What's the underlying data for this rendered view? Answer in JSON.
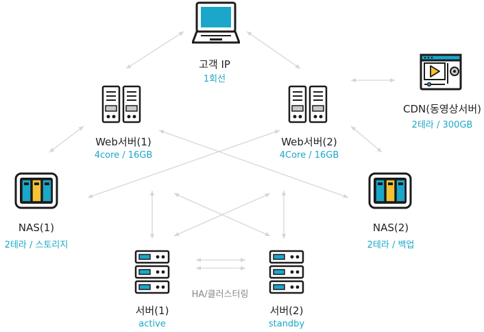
{
  "colors": {
    "accent": "#1aa7c9",
    "text": "#222222",
    "connector": "#d6d6d6",
    "middle_label": "#888888",
    "icon_outline": "#1b1b1b",
    "icon_gray": "#c9c9c9",
    "icon_yellow": "#f5c232"
  },
  "nodes": {
    "client": {
      "name": "고객 IP",
      "spec": "1회선",
      "icon": "laptop-icon"
    },
    "web1": {
      "name": "Web서버(1)",
      "spec": "4core / 16GB",
      "icon": "server-rack-icon"
    },
    "web2": {
      "name": "Web서버(2)",
      "spec": "4Core / 16GB",
      "icon": "server-rack-icon"
    },
    "cdn": {
      "name": "CDN(동영상서버)",
      "spec": "2테라 / 300GB",
      "icon": "video-player-icon"
    },
    "nas1": {
      "name": "NAS(1)",
      "spec": "2테라 / 스토리지",
      "icon": "nas-icon"
    },
    "nas2": {
      "name": "NAS(2)",
      "spec": "2테라 / 백업",
      "icon": "nas-icon"
    },
    "server1": {
      "name": "서버(1)",
      "spec": "active",
      "icon": "server-stack-icon"
    },
    "server2": {
      "name": "서버(2)",
      "spec": "standby",
      "icon": "server-stack-icon"
    }
  },
  "ha_label": "HA/클러스터링"
}
